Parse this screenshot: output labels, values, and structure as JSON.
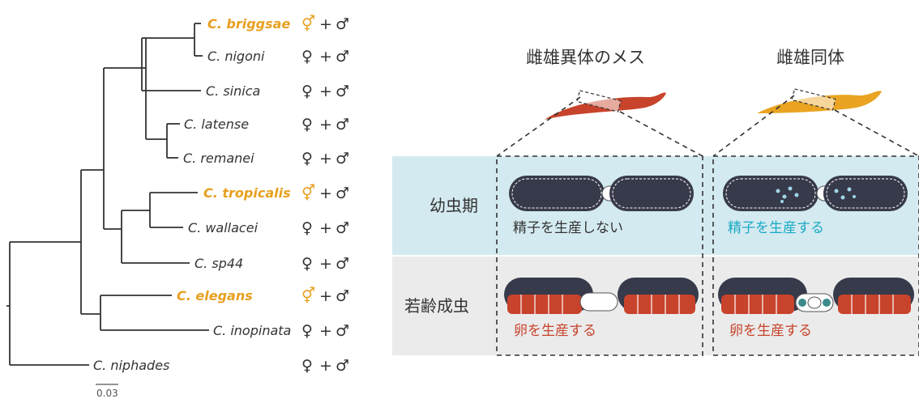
{
  "tree": {
    "taxa": [
      {
        "name": "C. briggsae",
        "mode": "hermaphrodite",
        "symbol": "⚥",
        "male": "♂"
      },
      {
        "name": "C. nigoni",
        "mode": "female",
        "symbol": "♀",
        "male": "♂"
      },
      {
        "name": "C. sinica",
        "mode": "female",
        "symbol": "♀",
        "male": "♂"
      },
      {
        "name": "C. latense",
        "mode": "female",
        "symbol": "♀",
        "male": "♂"
      },
      {
        "name": "C. remanei",
        "mode": "female",
        "symbol": "♀",
        "male": "♂"
      },
      {
        "name": "C. tropicalis",
        "mode": "hermaphrodite",
        "symbol": "⚥",
        "male": "♂"
      },
      {
        "name": "C. wallacei",
        "mode": "female",
        "symbol": "♀",
        "male": "♂"
      },
      {
        "name": "C. sp44",
        "mode": "female",
        "symbol": "♀",
        "male": "♂"
      },
      {
        "name": "C. elegans",
        "mode": "hermaphrodite",
        "symbol": "⚥",
        "male": "♂"
      },
      {
        "name": "C. inopinata",
        "mode": "female",
        "symbol": "♀",
        "male": "♂"
      },
      {
        "name": "C. niphades",
        "mode": "female",
        "symbol": "♀",
        "male": "♂"
      }
    ],
    "plus": "+",
    "scale_bar": "0.03"
  },
  "panel": {
    "col_female": "雌雄異体のメス",
    "col_herm": "雌雄同体",
    "row_larva": "幼虫期",
    "row_adult": "若齢成虫",
    "larva_female_caption": "精子を生産しない",
    "larva_herm_caption": "精子を生産する",
    "adult_female_caption": "卵を生産する",
    "adult_herm_caption": "卵を生産する"
  },
  "colors": {
    "highlight": "#e8a020",
    "text": "#333333",
    "larva_band": "#d3eaf0",
    "adult_band": "#ebebeb",
    "sperm_caption": "#1aa9c4",
    "egg_caption": "#c8432b",
    "gonad_dark": "#373a4a",
    "egg_red": "#c8432b",
    "worm_female": "#c8432b",
    "worm_herm": "#eaa421"
  }
}
